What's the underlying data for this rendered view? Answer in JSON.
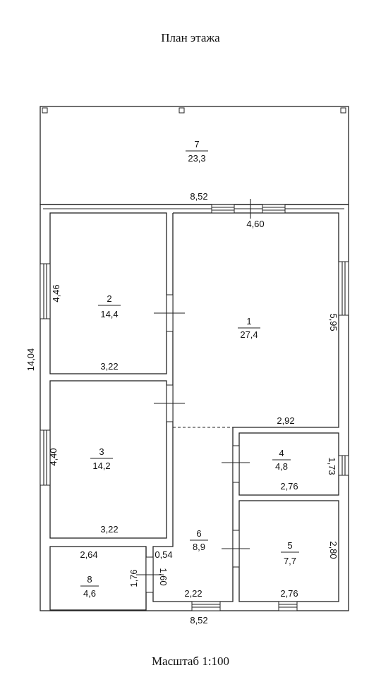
{
  "title": "План этажа",
  "scale_label": "Масштаб 1:100",
  "rooms": [
    {
      "number": "7",
      "area": "23,3"
    },
    {
      "number": "1",
      "area": "27,4"
    },
    {
      "number": "2",
      "area": "14,4"
    },
    {
      "number": "3",
      "area": "14,2"
    },
    {
      "number": "4",
      "area": "4,8"
    },
    {
      "number": "5",
      "area": "7,7"
    },
    {
      "number": "6",
      "area": "8,9"
    },
    {
      "number": "8",
      "area": "4,6"
    }
  ],
  "dimensions": {
    "top_width": "8,52",
    "bottom_width": "8,52",
    "total_height": "14,04",
    "room1_width": "4,60",
    "room1_height": "5,95",
    "room1_lower_width": "2,92",
    "room2_height": "4,46",
    "room2_width": "3,22",
    "room3_height": "4,40",
    "room3_width": "3,22",
    "room4_height": "1,73",
    "room4_width": "2,76",
    "room5_height": "2,80",
    "room5_width": "2,76",
    "room6_small": "0,54",
    "room6_height": "1,60",
    "room6_width": "2,22",
    "room8_width": "2,64",
    "room8_height": "1,76"
  }
}
